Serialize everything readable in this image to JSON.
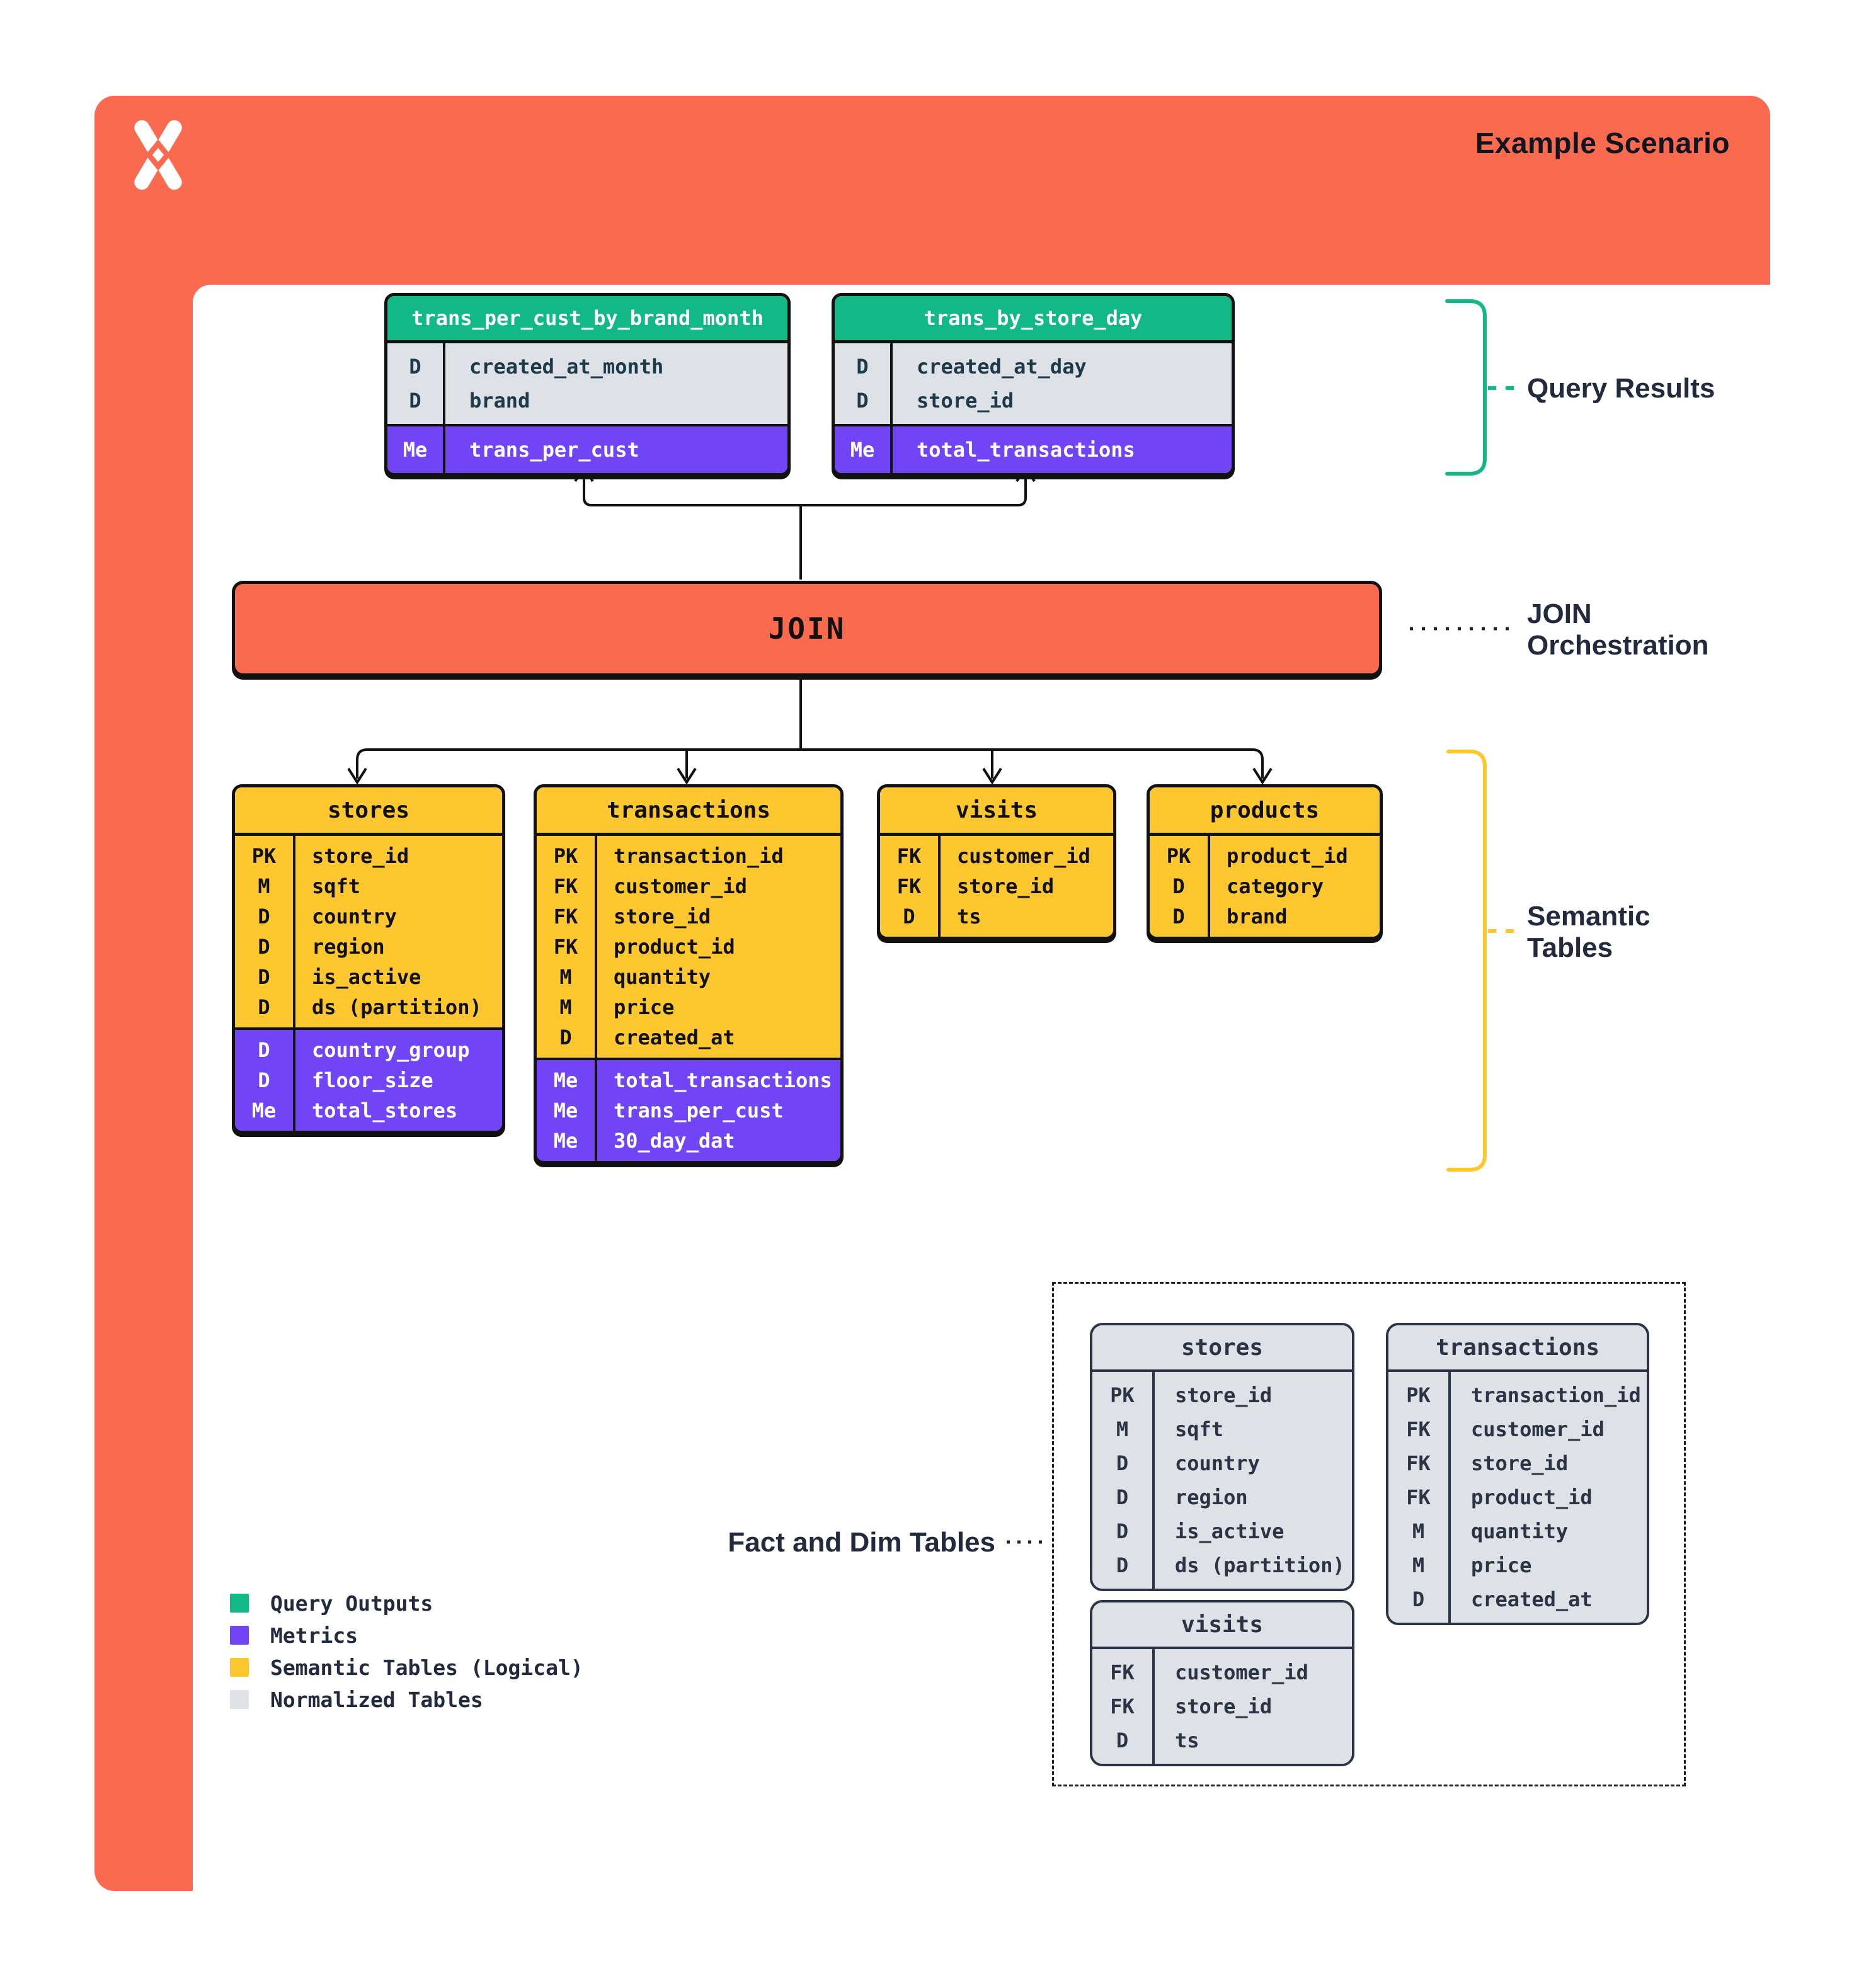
{
  "header": {
    "title": "Example Scenario",
    "logo_icon": "x-logo"
  },
  "join": {
    "label": "JOIN",
    "sparkle_icon": "sparkle-icon"
  },
  "annotations": {
    "query_results": "Query Results",
    "join_orchestration_line1": "JOIN",
    "join_orchestration_line2": "Orchestration",
    "semantic_line1": "Semantic",
    "semantic_line2": "Tables",
    "fact_dim": "Fact and Dim Tables"
  },
  "colors": {
    "accent_orange": "#FA6A4E",
    "query_output_green": "#12B886",
    "metric_purple": "#7145F5",
    "semantic_yellow": "#FCC72F",
    "normalized_gray": "#DEE1E6"
  },
  "query_tables": [
    {
      "title": "trans_per_cust_by_brand_month",
      "sections": [
        {
          "style": "gray",
          "rows": [
            [
              "D",
              "created_at_month"
            ],
            [
              "D",
              "brand"
            ]
          ]
        },
        {
          "style": "purple",
          "rows": [
            [
              "Me",
              "trans_per_cust"
            ]
          ]
        }
      ]
    },
    {
      "title": "trans_by_store_day",
      "sections": [
        {
          "style": "gray",
          "rows": [
            [
              "D",
              "created_at_day"
            ],
            [
              "D",
              "store_id"
            ]
          ]
        },
        {
          "style": "purple",
          "rows": [
            [
              "Me",
              "total_transactions"
            ]
          ]
        }
      ]
    }
  ],
  "semantic_tables": [
    {
      "title": "stores",
      "sections": [
        {
          "style": "yellow",
          "rows": [
            [
              "PK",
              "store_id"
            ],
            [
              "M",
              "sqft"
            ],
            [
              "D",
              "country"
            ],
            [
              "D",
              "region"
            ],
            [
              "D",
              "is_active"
            ],
            [
              "D",
              "ds (partition)"
            ]
          ]
        },
        {
          "style": "purple",
          "rows": [
            [
              "D",
              "country_group"
            ],
            [
              "D",
              "floor_size"
            ],
            [
              "Me",
              "total_stores"
            ]
          ]
        }
      ]
    },
    {
      "title": "transactions",
      "sections": [
        {
          "style": "yellow",
          "rows": [
            [
              "PK",
              "transaction_id"
            ],
            [
              "FK",
              "customer_id"
            ],
            [
              "FK",
              "store_id"
            ],
            [
              "FK",
              "product_id"
            ],
            [
              "M",
              "quantity"
            ],
            [
              "M",
              "price"
            ],
            [
              "D",
              "created_at"
            ]
          ]
        },
        {
          "style": "purple",
          "rows": [
            [
              "Me",
              "total_transactions"
            ],
            [
              "Me",
              "trans_per_cust"
            ],
            [
              "Me",
              "30_day_dat"
            ]
          ]
        }
      ]
    },
    {
      "title": "visits",
      "sections": [
        {
          "style": "yellow",
          "rows": [
            [
              "FK",
              "customer_id"
            ],
            [
              "FK",
              "store_id"
            ],
            [
              "D",
              "ts"
            ]
          ]
        }
      ]
    },
    {
      "title": "products",
      "sections": [
        {
          "style": "yellow",
          "rows": [
            [
              "PK",
              "product_id"
            ],
            [
              "D",
              "category"
            ],
            [
              "D",
              "brand"
            ]
          ]
        }
      ]
    }
  ],
  "normalized_tables": [
    {
      "title": "stores",
      "sections": [
        {
          "style": "plain",
          "rows": [
            [
              "PK",
              "store_id"
            ],
            [
              "M",
              "sqft"
            ],
            [
              "D",
              "country"
            ],
            [
              "D",
              "region"
            ],
            [
              "D",
              "is_active"
            ],
            [
              "D",
              "ds (partition)"
            ]
          ]
        }
      ]
    },
    {
      "title": "transactions",
      "sections": [
        {
          "style": "plain",
          "rows": [
            [
              "PK",
              "transaction_id"
            ],
            [
              "FK",
              "customer_id"
            ],
            [
              "FK",
              "store_id"
            ],
            [
              "FK",
              "product_id"
            ],
            [
              "M",
              "quantity"
            ],
            [
              "M",
              "price"
            ],
            [
              "D",
              "created_at"
            ]
          ]
        }
      ]
    },
    {
      "title": "visits",
      "sections": [
        {
          "style": "plain",
          "rows": [
            [
              "FK",
              "customer_id"
            ],
            [
              "FK",
              "store_id"
            ],
            [
              "D",
              "ts"
            ]
          ]
        }
      ]
    }
  ],
  "legend": {
    "items": [
      {
        "color": "#12B886",
        "label": "Query Outputs"
      },
      {
        "color": "#7145F5",
        "label": "Metrics"
      },
      {
        "color": "#FCC72F",
        "label": "Semantic Tables (Logical)"
      },
      {
        "color": "#DEE1E6",
        "label": "Normalized Tables"
      }
    ]
  }
}
